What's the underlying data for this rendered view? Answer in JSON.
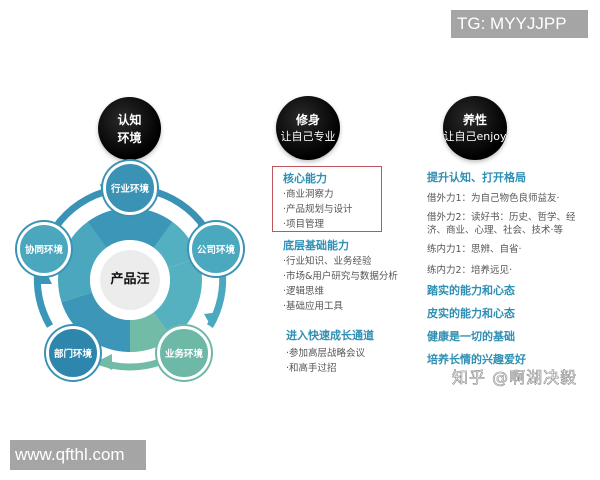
{
  "watermarks": {
    "top_right": "TG: MYYJJPP",
    "bottom_left": "www.qfthl.com",
    "zhihu": "知乎 @啊湖决毅"
  },
  "columns": {
    "cognition": {
      "circle_title_line1": "认知",
      "circle_title_line2": "环境"
    },
    "self_cultivation": {
      "circle_title": "修身",
      "circle_subtitle": "让自己专业"
    },
    "nurture": {
      "circle_title": "养性",
      "circle_subtitle": "让自己enjoy"
    }
  },
  "diagram": {
    "center_label": "产品汪",
    "nodes": [
      {
        "label": "行业环境",
        "color": "#3a93b5"
      },
      {
        "label": "公司环境",
        "color": "#4aa8bf"
      },
      {
        "label": "业务环境",
        "color": "#6db8a6"
      },
      {
        "label": "部门环境",
        "color": "#2f86ad"
      },
      {
        "label": "协同环境",
        "color": "#4aa7bd"
      }
    ],
    "colors": {
      "ring_blue": "#3b96b8",
      "ring_teal": "#53b0c0",
      "ring_green": "#72bba6",
      "arrow": "#3a93b5"
    }
  },
  "middle": {
    "core": {
      "heading": "核心能力",
      "items": [
        "·商业洞察力",
        "·产品规划与设计",
        "·项目管理"
      ],
      "border_color": "#c0555e"
    },
    "foundation": {
      "heading": "底层基础能力",
      "items": [
        "·行业知识、业务经验",
        "·市场&用户研究与数据分析",
        "·逻辑思维",
        "·基础应用工具"
      ]
    },
    "fast_track": {
      "heading": "进入快速成长通道",
      "items": [
        "·参加高层战略会议",
        "·和高手过招"
      ]
    }
  },
  "right": {
    "heading1": "提升认知、打开格局",
    "lines": [
      "借外力1：为自己物色良师益友·",
      "借外力2：读好书：历史、哲学、经济、商业、心理、社会、技术·等",
      "练内力1：思辨、自省·",
      "练内力2：培养远见·"
    ],
    "headings": [
      "踏实的能力和心态",
      "皮实的能力和心态",
      "健康是一切的基础",
      "培养长情的兴趣爱好"
    ],
    "accent_color": "#2f8fb4"
  }
}
